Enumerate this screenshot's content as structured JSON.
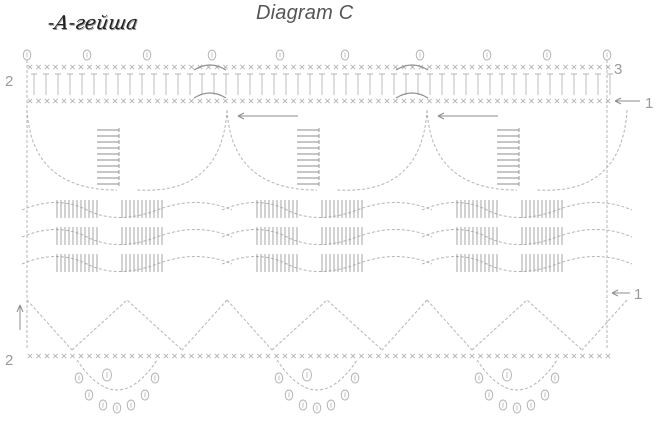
{
  "title": "Diagram C",
  "signature": "-А-гейша",
  "row_labels": {
    "top_left": "2",
    "top_right": "3",
    "arrow_top_right": "1",
    "arrow_mid_right": "1",
    "bottom_left": "2"
  },
  "colors": {
    "line": "#b5b5b5",
    "dark_line": "#8e8e8e",
    "title": "#555555"
  }
}
